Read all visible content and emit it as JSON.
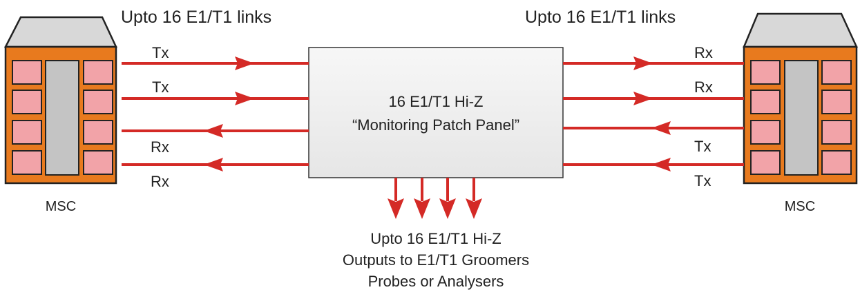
{
  "left_site": {
    "label": "MSC",
    "links_label": "Upto 16 E1/T1 links",
    "lines": [
      "Tx",
      "Tx",
      "Rx",
      "Rx"
    ]
  },
  "right_site": {
    "label": "MSC",
    "links_label": "Upto 16 E1/T1 links",
    "lines": [
      "Rx",
      "Rx",
      "Tx",
      "Tx"
    ]
  },
  "panel": {
    "line1": "16 E1/T1 Hi-Z",
    "line2": "“Monitoring Patch Panel”"
  },
  "outputs": {
    "line1": "Upto 16 E1/T1 Hi-Z",
    "line2": "Outputs to E1/T1 Groomers",
    "line3": "Probes or Analysers"
  },
  "colors": {
    "link": "#d42a26",
    "rack_body": "#e87a1e",
    "rack_slot": "#f2a3a8",
    "rack_core": "#c4c4c4",
    "rack_top": "#d8d8d8",
    "panel_fill": "#f1f1f1"
  }
}
